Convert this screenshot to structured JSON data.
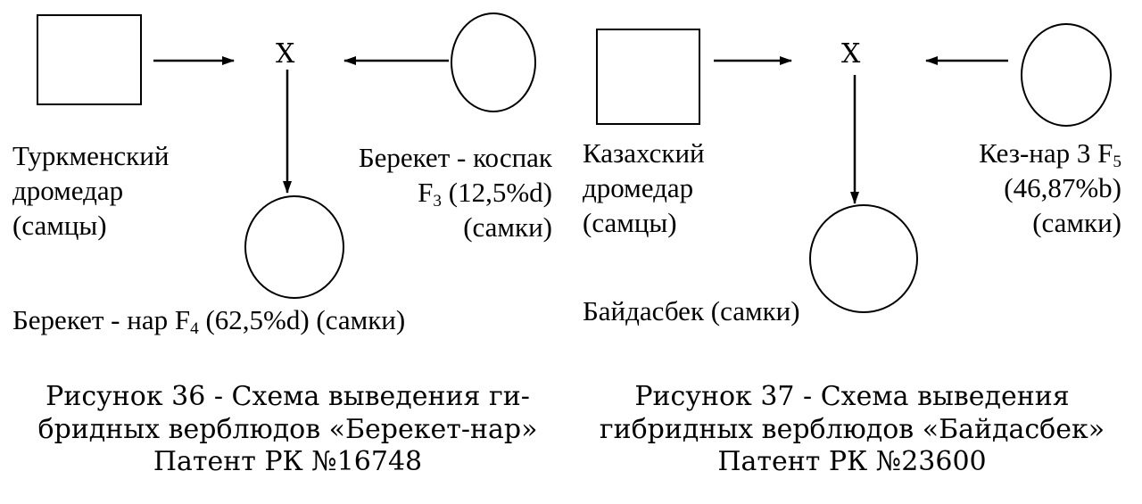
{
  "figure36": {
    "cross_symbol": "X",
    "male_label_lines": [
      "Туркменский",
      "дромедар",
      "(самцы)"
    ],
    "female_label": {
      "line1": "Берекет - коспак",
      "line2_main": "F",
      "line2_sub": "3",
      "line2_rest": " (12,5%d)",
      "line3": "(самки)"
    },
    "offspring_label": {
      "main": "Берекет - нар F",
      "sub": "4",
      "rest": " (62,5%d) (самки)"
    },
    "caption_lines": [
      "Рисунок 36 - Схема выведения ги-",
      "бридных верблюдов «Берекет-нар»",
      "Патент РК №16748"
    ]
  },
  "figure37": {
    "cross_symbol": "X",
    "male_label_lines": [
      "Казахский",
      "дромедар",
      "(самцы)"
    ],
    "female_label": {
      "line1_main": "Кез-нар 3 F",
      "line1_sub": "5",
      "line2": "(46,87%b)",
      "line3": "(самки)"
    },
    "offspring_label": "Байдасбек (самки)",
    "caption_lines": [
      "Рисунок 37 - Схема выведения",
      "гибридных верблюдов «Байдасбек»",
      "Патент РК №23600"
    ]
  }
}
